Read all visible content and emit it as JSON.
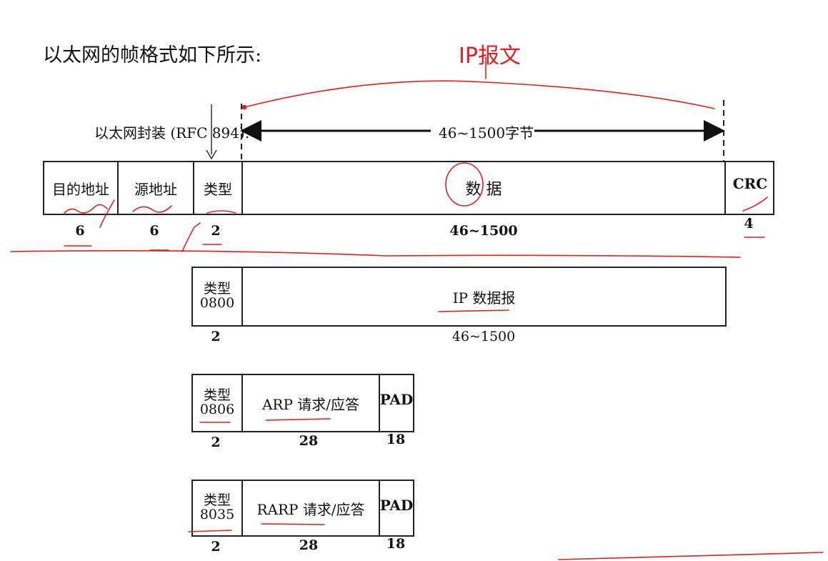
{
  "heading": "以太网的帧格式如下所示:",
  "annotation_label": "IP报文",
  "encap_label": "以太网封装 (RFC 894):",
  "length_range_label": "46~1500字节",
  "main_frame": {
    "fields": [
      "目的地址",
      "源地址",
      "类型",
      "数 据",
      "CRC"
    ],
    "sizes": [
      "6",
      "6",
      "2",
      "46~1500",
      "4"
    ]
  },
  "ip_frame": {
    "type_label": "类型",
    "type_code": "0800",
    "payload": "IP 数据报",
    "sizes": [
      "2",
      "46~1500"
    ]
  },
  "arp_frame": {
    "type_label": "类型",
    "type_code": "0806",
    "payload": "ARP 请求/应答",
    "pad": "PAD",
    "sizes": [
      "2",
      "28",
      "18"
    ]
  },
  "rarp_frame": {
    "type_label": "类型",
    "type_code": "8035",
    "payload": "RARP 请求/应答",
    "pad": "PAD",
    "sizes": [
      "2",
      "28",
      "18"
    ]
  },
  "colors": {
    "annotation": "#e02020",
    "ink": "#222222"
  }
}
